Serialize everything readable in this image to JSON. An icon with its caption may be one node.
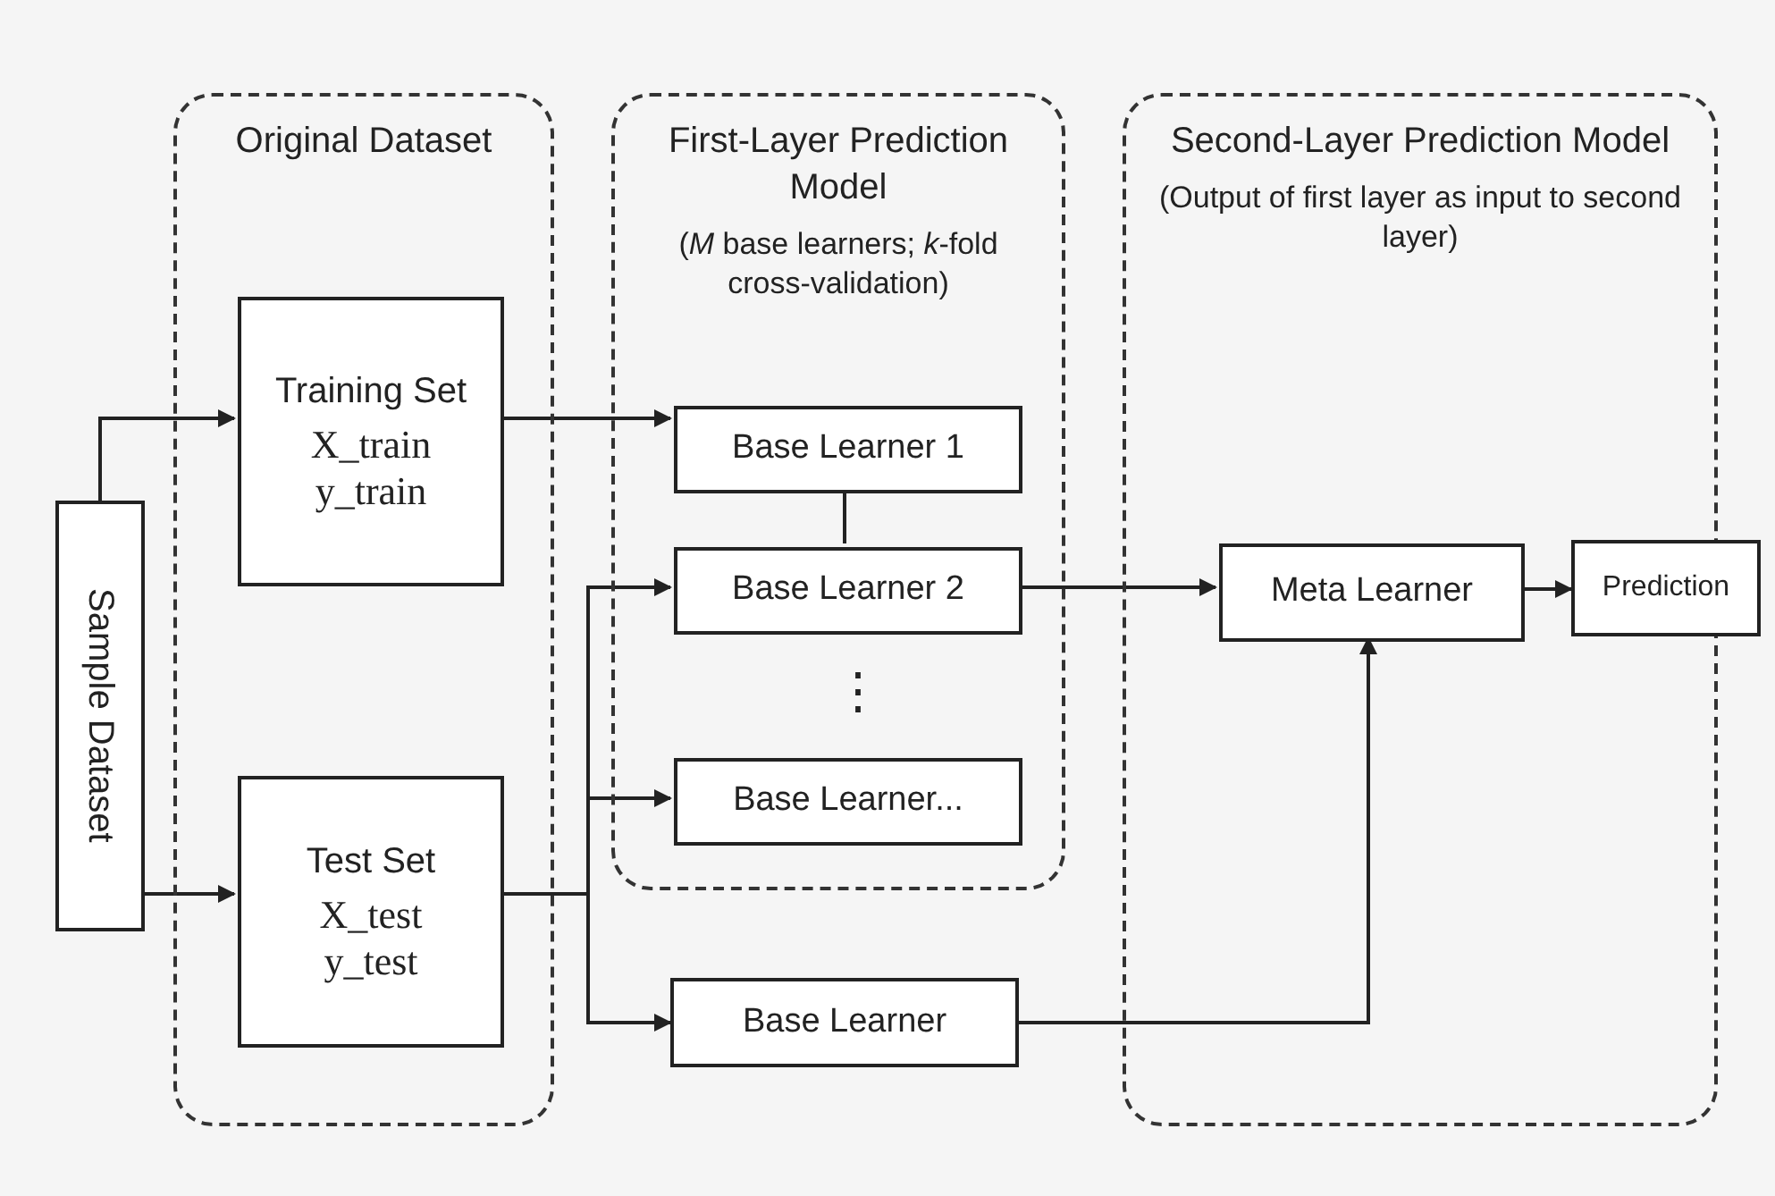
{
  "diagram": {
    "nodes": [
      {
        "text": [
          "Sample Dataset"
        ]
      },
      {
        "text": [
          "Original Dataset"
        ]
      },
      {
        "text": [
          "Training Set",
          "X_train",
          "y_train"
        ],
        "in": 1
      },
      {
        "text": [
          "Test Set",
          "X_test",
          "y_test"
        ],
        "in": 1
      },
      {
        "text": [
          "First-Layer Prediction Model",
          "(*M* base learners; *k*-fold cross-validation)"
        ]
      },
      {
        "text": [
          "Base Learner 1"
        ],
        "in": 4
      },
      {
        "text": [
          "Base Learner 2"
        ],
        "in": 4
      },
      {
        "text": [
          "Base Learner..."
        ],
        "in": 4
      },
      {
        "text": [
          "Base Learner"
        ]
      },
      {
        "text": [
          "Second-Layer Prediction Model",
          "(Output of first layer as input to second layer)"
        ]
      },
      {
        "text": [
          "Meta Learner"
        ],
        "in": 9
      },
      {
        "text": [
          "Prediction"
        ]
      }
    ],
    "edges": [
      {
        "from": 0,
        "to": 2,
        "arrow": "to"
      },
      {
        "from": 0,
        "to": 3,
        "arrow": "to"
      },
      {
        "from": 2,
        "to": 5,
        "arrow": "to"
      },
      {
        "from": 5,
        "to": 6,
        "arrow": "none"
      },
      {
        "from": 3,
        "to": 6,
        "arrow": "to"
      },
      {
        "from": 3,
        "to": 7,
        "arrow": "to"
      },
      {
        "from": 3,
        "to": 8,
        "arrow": "to"
      },
      {
        "from": 6,
        "to": 10,
        "arrow": "to"
      },
      {
        "from": 8,
        "to": 10,
        "arrow": "to"
      },
      {
        "from": 10,
        "to": 11,
        "arrow": "to"
      }
    ],
    "labels": [
      "⋮"
    ]
  }
}
